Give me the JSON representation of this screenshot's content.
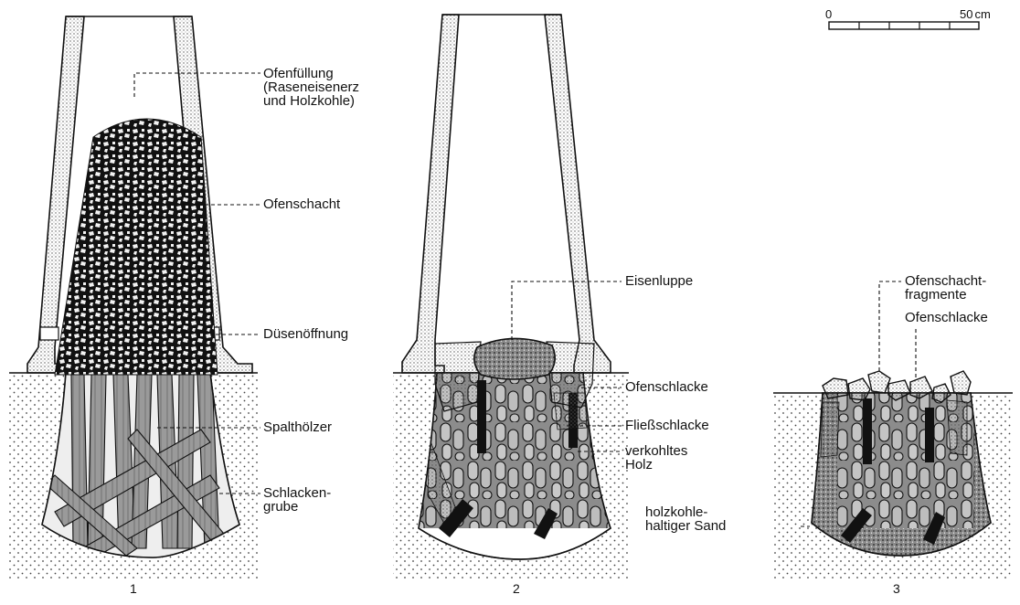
{
  "scale_bar": {
    "start": "0",
    "end": "50",
    "unit": "cm"
  },
  "stages": [
    {
      "number": "1",
      "labels": {
        "ofenfuellung": [
          "Ofenfüllung",
          "(Raseneisenerz",
          "und Holzkohle)"
        ],
        "ofenschacht": [
          "Ofenschacht"
        ],
        "duesenoeffnung": [
          "Düsenöffnung"
        ],
        "spalthoelzer": [
          "Spalthölzer"
        ],
        "schlackengrube": [
          "Schlacken-",
          "grube"
        ]
      }
    },
    {
      "number": "2",
      "labels": {
        "eisenluppe": [
          "Eisenluppe"
        ],
        "ofenschlacke": [
          "Ofenschlacke"
        ],
        "fliessschlacke": [
          "Fließschlacke"
        ],
        "verkohltes_holz": [
          "verkohltes",
          "Holz"
        ],
        "sand": [
          "holzkohle-",
          "haltiger Sand"
        ]
      }
    },
    {
      "number": "3",
      "labels": {
        "ofenschacht_fragmente": [
          "Ofenschacht-",
          "fragmente"
        ],
        "ofenschlacke": [
          "Ofenschlacke"
        ]
      }
    }
  ],
  "colors": {
    "ink": "#111111",
    "slag": "#9a9a9a",
    "stipple": "#555555"
  }
}
